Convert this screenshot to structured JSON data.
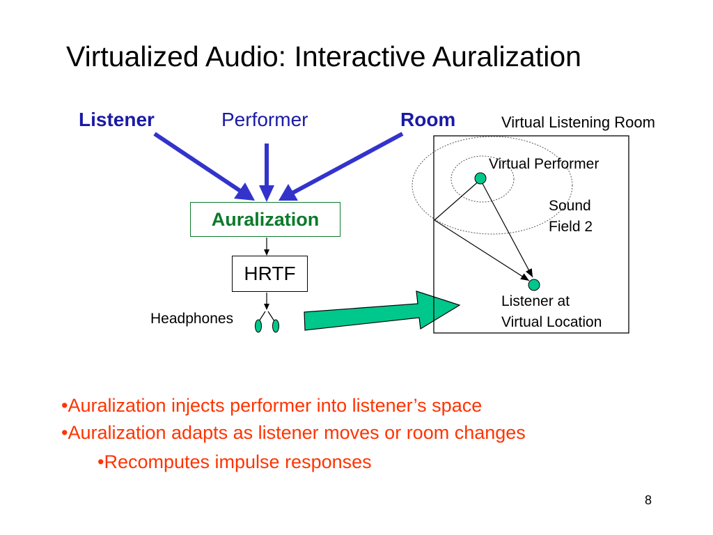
{
  "title": "Virtualized Audio: Interactive Auralization",
  "inputs": {
    "listener": "Listener",
    "performer": "Performer",
    "room": "Room"
  },
  "processing": {
    "auralization": "Auralization",
    "hrtf": "HRTF",
    "headphones": "Headphones"
  },
  "virtual_room": {
    "title": "Virtual Listening Room",
    "performer_label": "Virtual Performer",
    "sound_field_line1": "Sound",
    "sound_field_line2": "Field 2",
    "listener_line1": "Listener at",
    "listener_line2": "Virtual Location"
  },
  "bullets": [
    "•Auralization injects performer into listener’s space",
    "•Auralization adapts as listener moves or room changes",
    "•Recomputes impulse responses"
  ],
  "page_number": "8",
  "colors": {
    "input_arrow": "#3333cc",
    "input_text": "#1a1aa6",
    "auralization": "#0b7a2a",
    "teal_arrow": "#00c78c",
    "bullet_text": "#ff3300"
  }
}
